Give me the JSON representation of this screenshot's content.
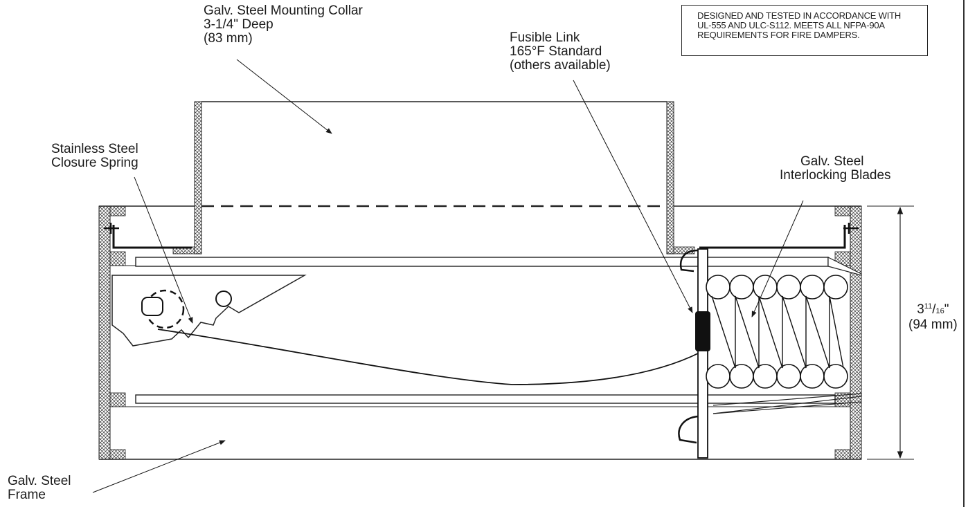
{
  "labels": {
    "collar": [
      "Galv. Steel Mounting Collar",
      "3-1/4\" Deep",
      "(83 mm)"
    ],
    "fusible_link": [
      "Fusible Link",
      "165°F Standard",
      "(others available)"
    ],
    "spring": [
      "Stainless Steel",
      "Closure Spring"
    ],
    "blades": [
      "Galv. Steel",
      "Interlocking Blades"
    ],
    "frame": [
      "Galv. Steel",
      "Frame"
    ]
  },
  "notice": [
    "DESIGNED AND TESTED IN ACCORDANCE WITH",
    "UL-555 AND ULC-S112. MEETS ALL NFPA-90A",
    "REQUIREMENTS FOR FIRE DAMPERS."
  ],
  "dimension": {
    "whole": "3",
    "num": "11",
    "den": "16",
    "unit": "\"",
    "metric": "(94 mm)"
  },
  "colors": {
    "ink": "#1a1a1a",
    "background": "#ffffff"
  }
}
